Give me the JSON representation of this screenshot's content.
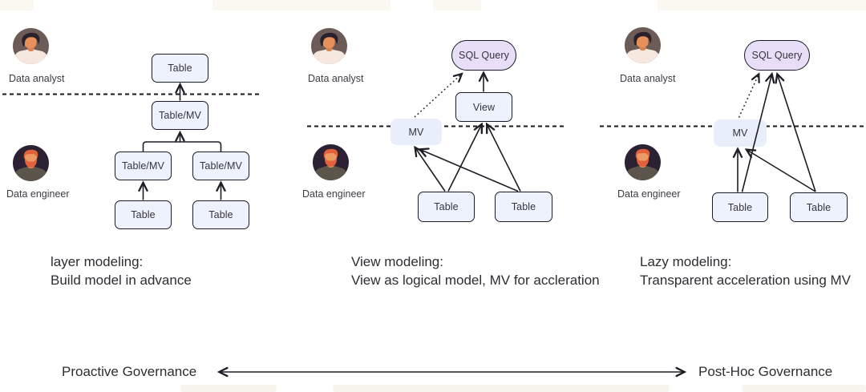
{
  "panels": [
    {
      "title": "layer modeling:",
      "subtitle": "Build model in advance",
      "analyst_label": "Data analyst",
      "engineer_label": "Data engineer",
      "nodes": {
        "top_table": "Table",
        "mid_tablemv": "Table/MV",
        "left_tablemv": "Table/MV",
        "right_tablemv": "Table/MV",
        "left_table": "Table",
        "right_table": "Table"
      }
    },
    {
      "title": "View modeling:",
      "subtitle": "View as logical model, MV for accleration",
      "analyst_label": "Data analyst",
      "engineer_label": "Data engineer",
      "nodes": {
        "sql_query": "SQL Query",
        "view": "View",
        "mv": "MV",
        "left_table": "Table",
        "right_table": "Table"
      }
    },
    {
      "title": "Lazy modeling:",
      "subtitle": "Transparent acceleration using MV",
      "analyst_label": "Data analyst",
      "engineer_label": "Data engineer",
      "nodes": {
        "sql_query": "SQL Query",
        "mv": "MV",
        "left_table": "Table",
        "right_table": "Table"
      }
    }
  ],
  "governance_axis": {
    "left_label": "Proactive Governance",
    "right_label": "Post-Hoc Governance"
  },
  "icons": {
    "analyst_avatar": "person-dark-curly-hair-light-shirt",
    "engineer_avatar": "person-orange-hair-beard-dark-shirt"
  },
  "colors": {
    "box_fill": "#eef2fc",
    "box_border": "#191b26",
    "mv_fill": "#e9eefb",
    "sql_pill_fill": "#e8def7",
    "arrow_line": "#1d1d26",
    "dashed_line": "#191920",
    "text": "#35353c",
    "analyst_avatar_bg": "#6d5b58",
    "engineer_avatar_bg": "#2c2133"
  }
}
